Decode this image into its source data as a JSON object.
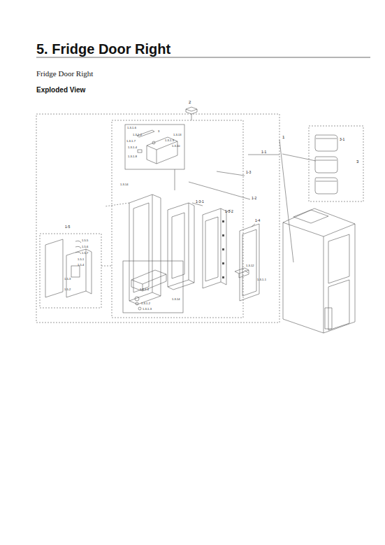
{
  "diagram": {
    "title": "5.  Fridge Door Right",
    "labels": [
      "Fridge Door Right",
      "Exploded View",
      "2",
      "1",
      "1-1",
      "1-3",
      "1-2",
      "1-3-1",
      "1-3-2",
      "1-4",
      "1-5",
      "3-1",
      "3",
      "1-3-1-6",
      "3",
      "1-3-1-2",
      "1-3-13",
      "1-3-1-7",
      "1-3-1-3",
      "1-3-1-4",
      "1-3-1-8",
      "1-3-10",
      "1-3-14",
      "1-5-5",
      "1-5-6",
      "1-5-7",
      "1-5-1",
      "1-5-4",
      "1-5-3",
      "1-5-2",
      "1-3-12",
      "1-3-1-1",
      "1-3-14",
      "1-3-1-4",
      "1-3-1-2",
      "1-3-1-3"
    ]
  }
}
